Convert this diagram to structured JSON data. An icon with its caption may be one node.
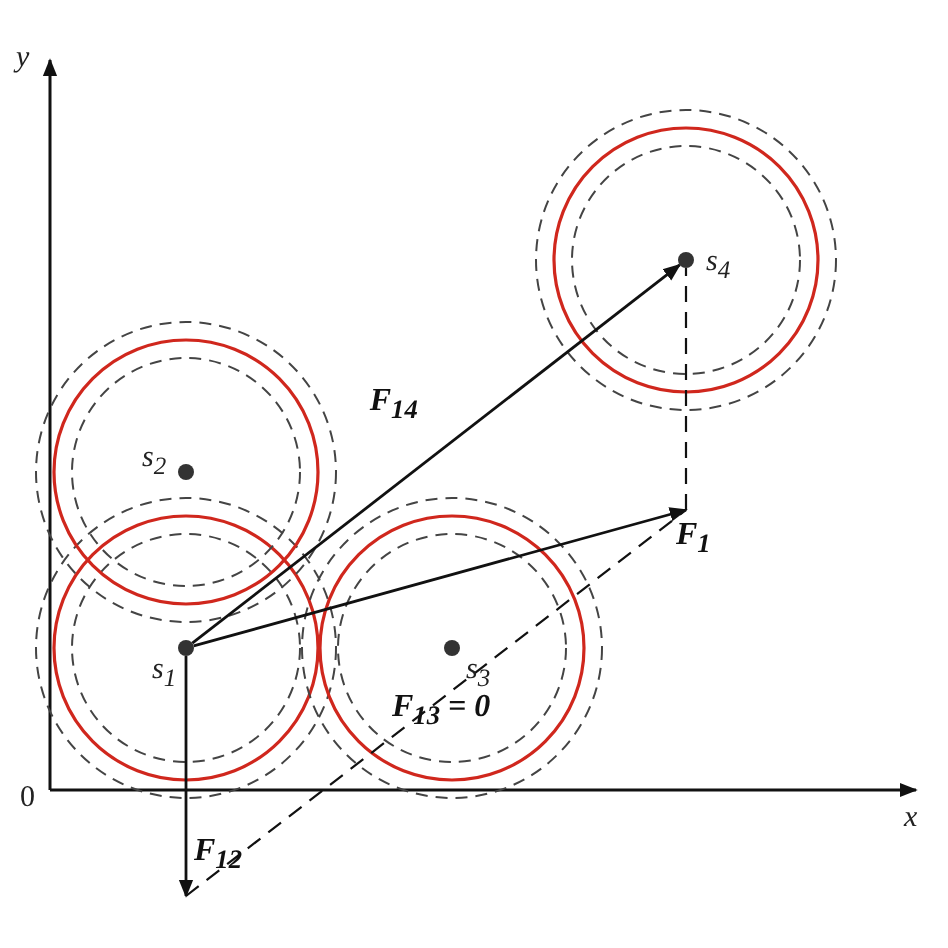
{
  "diagram": {
    "nodes": [
      {
        "text": [
          "s$_{1}$"
        ]
      },
      {
        "text": [
          "s$_{2}$"
        ]
      },
      {
        "text": [
          "s$_{3}$"
        ]
      },
      {
        "text": [
          "s$_{4}$"
        ]
      },
      {
        "text": [
          "F$_{1}$"
        ]
      },
      {
        "text": [
          "F$_{12}$"
        ]
      }
    ],
    "edges": [
      {
        "from": 0,
        "to": 3,
        "arrow": "to",
        "label": "F$_{14}$"
      },
      {
        "from": 0,
        "to": 4,
        "arrow": "to"
      },
      {
        "from": 0,
        "to": 5,
        "arrow": "to"
      },
      {
        "from": 4,
        "to": 3,
        "arrow": "none",
        "style": "dashed"
      },
      {
        "from": 5,
        "to": 4,
        "arrow": "none",
        "style": "dashed"
      }
    ],
    "labels": [
      "y",
      "0",
      "x",
      "F$_{13}$ = 0"
    ]
  }
}
